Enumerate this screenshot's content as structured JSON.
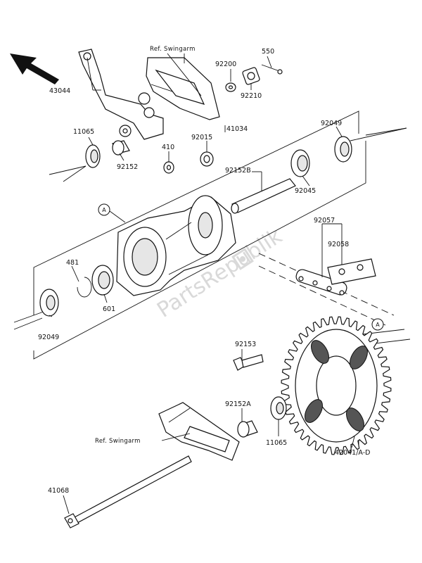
{
  "labels": {
    "ref_swingarm_top": "Ref. Swingarm",
    "ref_swingarm_bottom": "Ref. Swingarm",
    "p43044": "43044",
    "p92200": "92200",
    "p550": "550",
    "p92210": "92210",
    "p11065_top": "11065",
    "p92152": "92152",
    "p410": "410",
    "p92015": "92015",
    "p41034": "41034",
    "p92049_top": "92049",
    "p92152B": "92152B",
    "p92045": "92045",
    "p481": "481",
    "p601": "601",
    "p92049_bottom": "92049",
    "p92057": "92057",
    "p92058": "92058",
    "p92153": "92153",
    "p92152A": "92152A",
    "p11065_bottom": "11065",
    "p42041": "42041/A-D",
    "p41068": "41068"
  },
  "markers": {
    "a_left": "A",
    "a_right": "A"
  },
  "watermark": {
    "text": "PartsRepublik",
    "icon": "parts-republik-logo-icon"
  },
  "colors": {
    "line": "#111111",
    "watermark": "#d9d9d9"
  }
}
